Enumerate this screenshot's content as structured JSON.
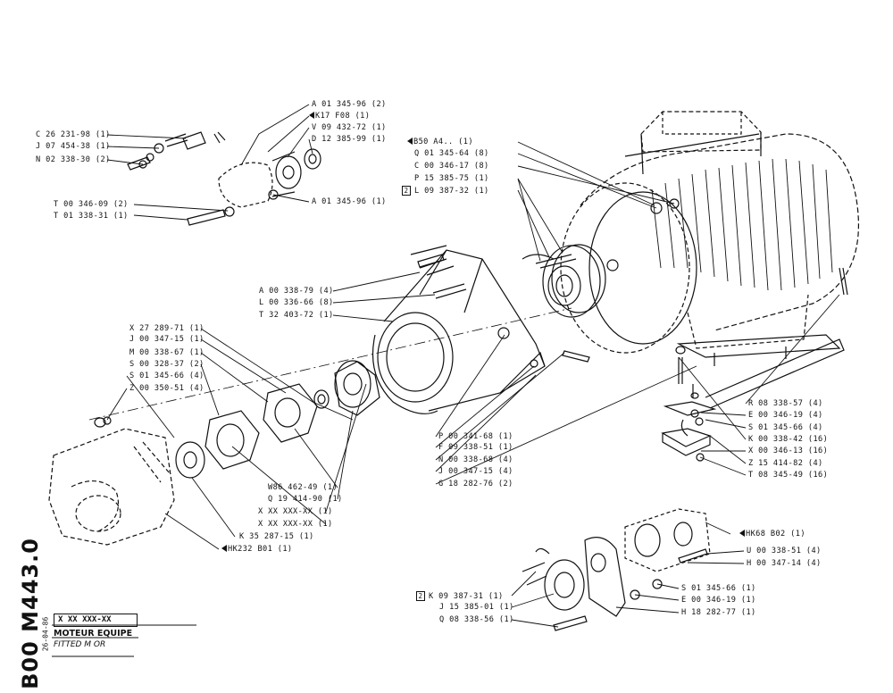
{
  "document": {
    "number": "B00 M443.0",
    "date": "26-04-86",
    "code": "X XX XXX-XX",
    "title_fr": "MOTEUR EQUIPE",
    "title_en": "FITTED M   OR"
  },
  "callouts": {
    "a0134596_top": "A 01 345-96 (2)",
    "k17": "K17 F08 (1)",
    "v0943272": "V 09 432-72 (1)",
    "d1238599": "D 12 385-99 (1)",
    "c2623198": "C 26 231-98 (1)",
    "j0745438": "J 07 454-38 (1)",
    "n0233830": "N 02 338-30 (2)",
    "t0034609": "T 00 346-09 (2)",
    "t0133831": "T 01 338-31 (1)",
    "a0134596_bottom": "A 01 345-96 (1)",
    "b50": "B50 A4.. (1)",
    "q0134564": "Q 01 345-64 (8)",
    "c0034617": "C 00 346-17 (8)",
    "p1538575": "P 15 385-75 (1)",
    "l0938732": "L 09 387-32 (1)",
    "l0938732_box": "2",
    "a0033879": "A 00 338-79 (4)",
    "l0033666": "L 00 336-66 (8)",
    "t3240372": "T 32 403-72 (1)",
    "x2728971": "X 27 289-71 (1)",
    "j0034715_left": "J 00 347-15 (1)",
    "m0033867": "M 00 338-67 (1)",
    "s0032837": "S 00 328-37 (2)",
    "s0134566_left": "S 01 345-66 (4)",
    "z0035051": "Z 00 350-51 (4)",
    "p0034168": "P 00 341-68 (1)",
    "f0933851": "F 09 338-51 (1)",
    "n0033868": "N 00 338-68 (4)",
    "j0034715_mid": "J 00 347-15 (4)",
    "g1828276": "G 18 282-76 (2)",
    "w86": "W86 462-49 (1)",
    "q1941490": "Q 19 414-90 (1)",
    "xx1": "X XX XXX-XX (1)",
    "xx2": "X XX XXX-XX (1)",
    "k3528715": "K 35 287-15 (1)",
    "hk232": "HK232 B01 (1)",
    "r0833857": "R 08 338-57 (4)",
    "e0034619_right": "E 00 346-19 (4)",
    "s0134566_right": "S 01 345-66 (4)",
    "k0033842": "K 00 338-42 (16)",
    "x0034613": "X 00 346-13 (16)",
    "z1541482": "Z 15 414-82 (4)",
    "t0834549": "T 08 345-49 (16)",
    "hk68": "HK68 B02 (1)",
    "u0033851": "U 00 338-51 (4)",
    "h0034714": "H 00 347-14 (4)",
    "s0134566_low": "S 01 345-66 (1)",
    "e0034619_low": "E 00 346-19 (1)",
    "h1828277": "H 18 282-77 (1)",
    "k0938731": "K 09 387-31 (1)",
    "k0938731_box": "2",
    "j1538501": "J 15 385-01 (1)",
    "q0833856": "Q 08 338-56 (1)"
  }
}
